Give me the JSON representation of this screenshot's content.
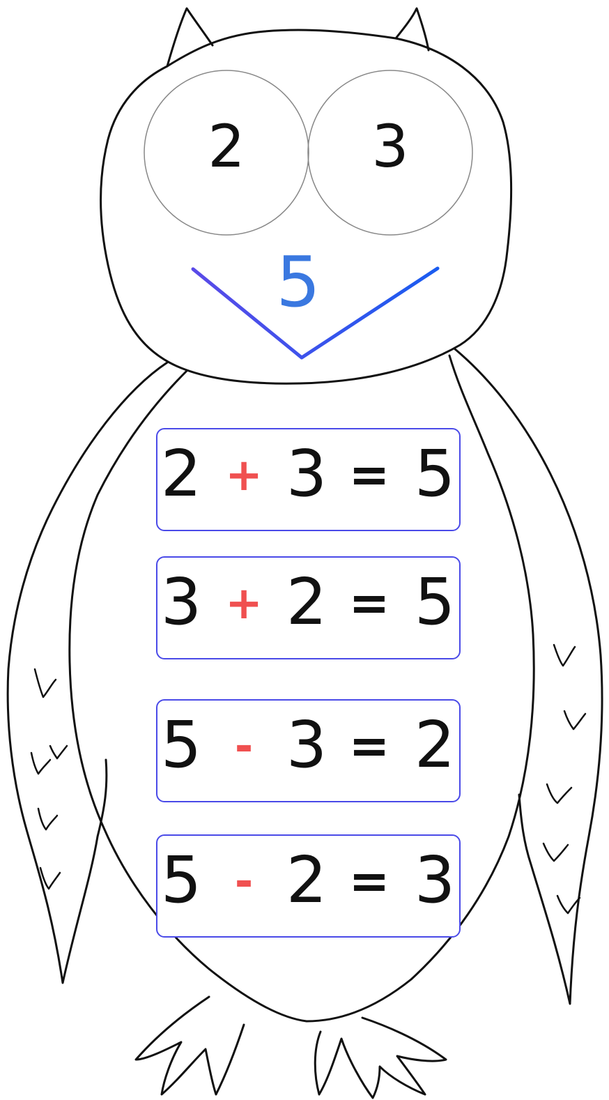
{
  "eyes": {
    "left": "2",
    "right": "3"
  },
  "beak": {
    "total": "5"
  },
  "equations": [
    {
      "a": "2",
      "op": "+",
      "b": "3",
      "eq": "=",
      "c": "5"
    },
    {
      "a": "3",
      "op": "+",
      "b": "2",
      "eq": "=",
      "c": "5"
    },
    {
      "a": "5",
      "op": "-",
      "b": "3",
      "eq": "=",
      "c": "2"
    },
    {
      "a": "5",
      "op": "-",
      "b": "2",
      "eq": "=",
      "c": "3"
    }
  ],
  "colors": {
    "outline": "#111111",
    "operator": "#f05050",
    "box_border": "#4a4ae8",
    "beak_line": "#2a5cf0",
    "beak_number": "#3a78e0"
  }
}
